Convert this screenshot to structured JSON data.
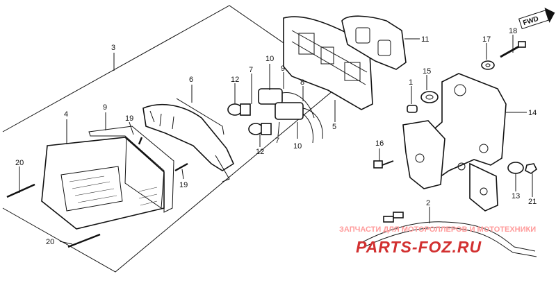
{
  "diagram": {
    "callouts": [
      "1",
      "2",
      "3",
      "4",
      "5",
      "6",
      "7",
      "7",
      "8",
      "9",
      "9",
      "10",
      "10",
      "11",
      "12",
      "12",
      "13",
      "14",
      "15",
      "16",
      "17",
      "18",
      "19",
      "19",
      "20",
      "20",
      "21"
    ],
    "direction_label": "FWD",
    "watermark": {
      "line1": "ЗАПЧАСТИ ДЛЯ МОТОРОЛЛЕРОВ И МОТОТЕХНИКИ",
      "line2": "PARTS-FOZ.RU"
    }
  }
}
